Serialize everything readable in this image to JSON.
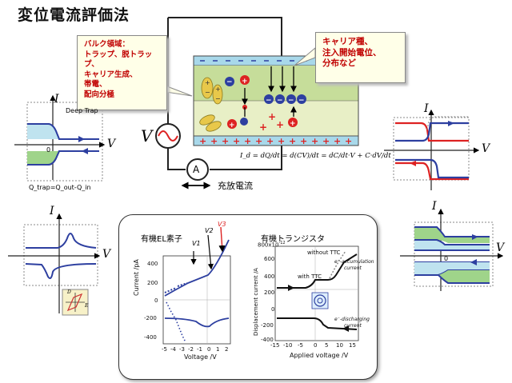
{
  "title": "変位電流評価法",
  "callouts": {
    "bulk": [
      "バルク領域：",
      "トラップ、脱トラップ、",
      "キャリア生成、",
      "帯電、",
      "配向分極"
    ],
    "carrier": [
      "キャリア種、",
      "注入開始電位、",
      "分布など"
    ]
  },
  "circuit": {
    "voltage_symbol": "V",
    "ammeter_symbol": "A",
    "charge_label": "充放電流",
    "equation": "I_d = dQ/dt = d(CV)/dt = dC/dt·V + C·dV/dt"
  },
  "plots": {
    "deep_trap": {
      "ylabel": "I",
      "xlabel": "V",
      "origin": "0",
      "caption": "Deep Trap",
      "formula": "Q_trap=Q_out-Q_in"
    },
    "top_right": {
      "ylabel": "I",
      "xlabel": "V"
    },
    "mid_left": {
      "ylabel": "I",
      "xlabel": "V",
      "inset_y": "D",
      "inset_x": "E"
    },
    "mid_right": {
      "ylabel": "I",
      "xlabel": "V",
      "origin": "0"
    }
  },
  "bottom": {
    "el_title": "有機EL素子",
    "tr_title": "有機トランジスタ",
    "el": {
      "v1": "V1",
      "v2": "V2",
      "v3": "V3",
      "ylabel": "Current /pA",
      "xlabel": "Voltage /V",
      "yticks": [
        "400",
        "200",
        "0",
        "-200",
        "-400"
      ],
      "xticks": [
        "-5",
        "-4",
        "-3",
        "-2",
        "-1",
        "0",
        "1",
        "2"
      ]
    },
    "tr": {
      "ylabel": "Displacement current /A",
      "xlabel": "Applied voltage /V",
      "y_exp": "800x10",
      "y_exp_sup": "-12",
      "yticks": [
        "600",
        "400",
        "200",
        "0",
        "-200",
        "-400"
      ],
      "xticks": [
        "-15",
        "-10",
        "-5",
        "0",
        "5",
        "10",
        "15"
      ],
      "without_ttc": "without TTC",
      "with_ttc": "with TTC",
      "acc": [
        "e⁻-accumulation",
        "current"
      ],
      "dis": [
        "e⁻-discharging",
        "current"
      ]
    }
  }
}
